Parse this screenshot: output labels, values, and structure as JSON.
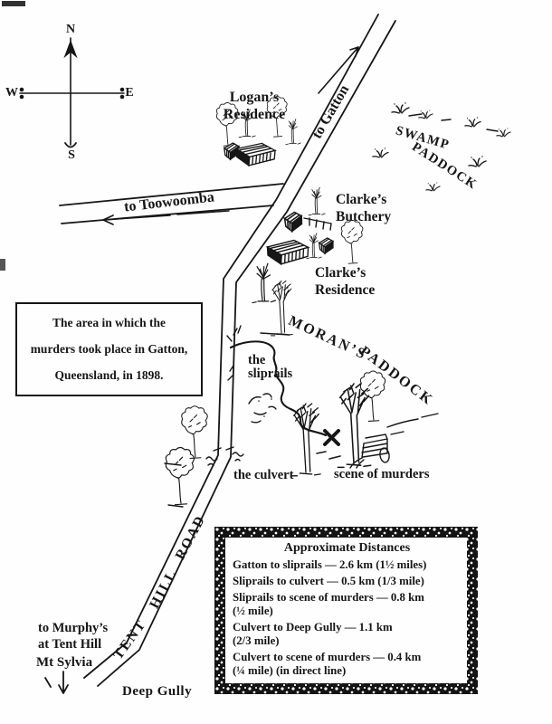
{
  "title": "Map of the Gatton murders area, Queensland, 1898",
  "compass": {
    "n": "N",
    "s": "S",
    "e": "E",
    "w": "W"
  },
  "labels": {
    "logans_residence": "Logan’s\nResidence",
    "to_gatton": "to Gatton",
    "swamp_word1": "SWAMP",
    "swamp_word2": "PADDOCK",
    "to_toowoomba": "to Toowoomba",
    "clarkes_butchery": "Clarke’s\nButchery",
    "clarkes_residence": "Clarke’s\nResidence",
    "morans_word1": "MORAN’S",
    "morans_word2": "PADDOCK",
    "the_sliprails": "the\nsliprails",
    "the_culvert": "the culvert",
    "scene_of_murders": "scene of murders",
    "tent": "TENT",
    "hill": "HILL",
    "road": "ROAD",
    "to_murphys": "to Murphy’s\nat Tent Hill",
    "mt_sylvia": "Mt Sylvia",
    "deep_gully": "Deep Gully"
  },
  "info_box": {
    "line1": "The area in which the",
    "line2": "murders took place in Gatton,",
    "line3": "Queensland, in 1898."
  },
  "distances_box": {
    "title": "Approximate Distances",
    "items": [
      "Gatton to sliprails — 2.6 km (1½ miles)",
      "Sliprails to culvert — 0.5 km (1/3 mile)",
      "Sliprails to scene of murders — 0.8 km\n(½ mile)",
      "Culvert to Deep Gully — 1.1 km\n(2/3 mile)",
      "Culvert to scene of murders — 0.4 km\n(¼ mile) (in direct line)"
    ]
  },
  "colors": {
    "ink": "#161616",
    "paper": "#fefefe"
  }
}
